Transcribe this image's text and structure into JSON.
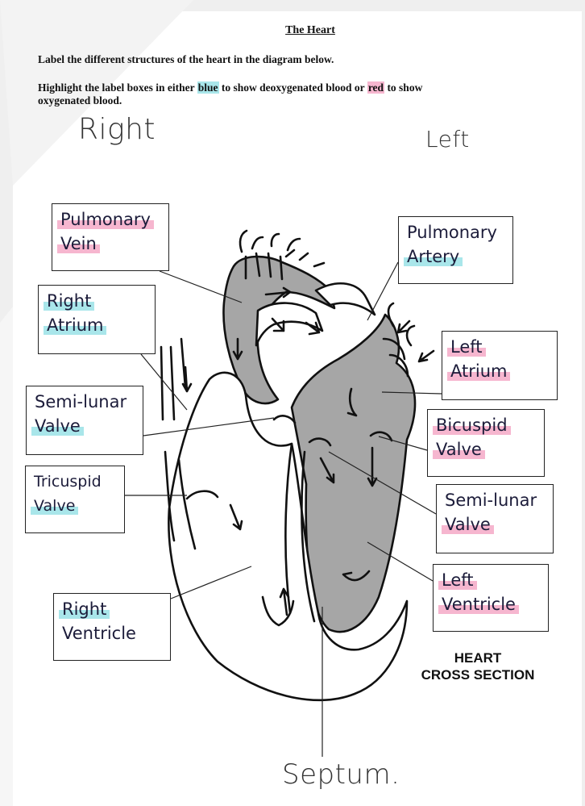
{
  "worksheet": {
    "title": "The Heart",
    "instruction_1": "Label the different structures of the heart in the diagram below.",
    "instruction_2": {
      "part1": "Highlight the label boxes in either ",
      "blue_word": "blue",
      "part2": " to show deoxygenated blood or ",
      "red_word": "red",
      "part3": " to show",
      "line2": "oxygenated blood."
    },
    "side_right": "Right",
    "side_left": "Left",
    "caption_line1": "HEART",
    "caption_line2": "CROSS SECTION",
    "septum": "Septum."
  },
  "labels": {
    "pulmonary_vein": {
      "line1": "Pulmonary",
      "line2": "Vein",
      "highlight": "pink"
    },
    "pulmonary_artery": {
      "line1": "Pulmonary",
      "line2": "Artery",
      "highlight": "blue"
    },
    "right_atrium": {
      "line1": "Right",
      "line2": "Atrium",
      "highlight": "blue"
    },
    "left_atrium": {
      "line1": "Left",
      "line2": "Atrium",
      "highlight": "pink"
    },
    "semi_lunar_valve_right": {
      "line1": "Semi-lunar",
      "line2": "Valve",
      "highlight": "blue"
    },
    "bicuspid_valve": {
      "line1": "Bicuspid",
      "line2": "Valve",
      "highlight": "pink"
    },
    "tricuspid_valve": {
      "line1": "Tricuspid",
      "line2": "Valve",
      "highlight": "blue"
    },
    "semi_lunar_valve_left": {
      "line1": "Semi-lunar",
      "line2": "Valve",
      "highlight": "pink"
    },
    "right_ventricle": {
      "line1": "Right",
      "line2": "Ventricle",
      "highlight": "blue"
    },
    "left_ventricle": {
      "line1": "Left",
      "line2": "Ventricle",
      "highlight": "pink"
    }
  },
  "colors": {
    "blue_highlight": "#a9e6ea",
    "pink_highlight": "#f6b6cf",
    "oxygenated_fill": "#a6a6a6",
    "deoxygenated_fill": "#ffffff"
  }
}
